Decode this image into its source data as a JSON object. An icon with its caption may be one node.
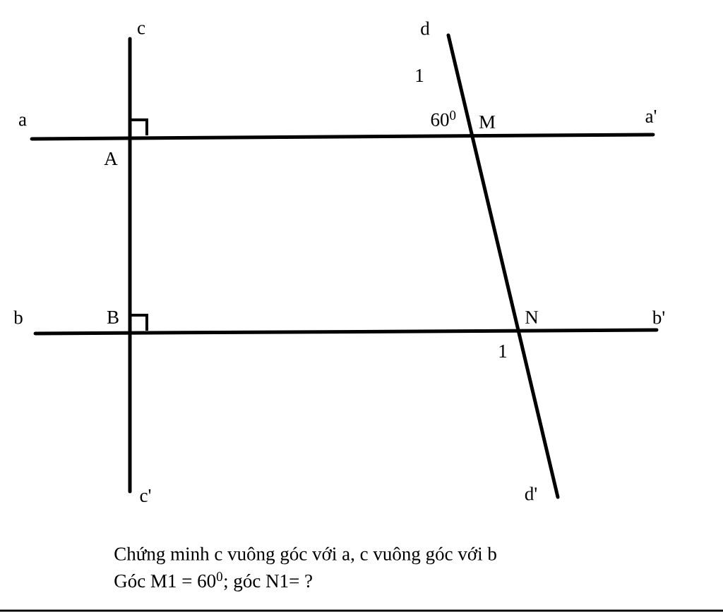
{
  "diagram": {
    "labels": [
      "c",
      "d",
      "1",
      "a",
      "60$^{0}$",
      "M",
      "a'",
      "A",
      "b",
      "B",
      "N",
      "b'",
      "1",
      "c'",
      "d'",
      "Chứng minh c vuông góc với a, c vuông góc với b",
      "Góc M1 = 60$^{0}$; góc N1= ?"
    ]
  }
}
